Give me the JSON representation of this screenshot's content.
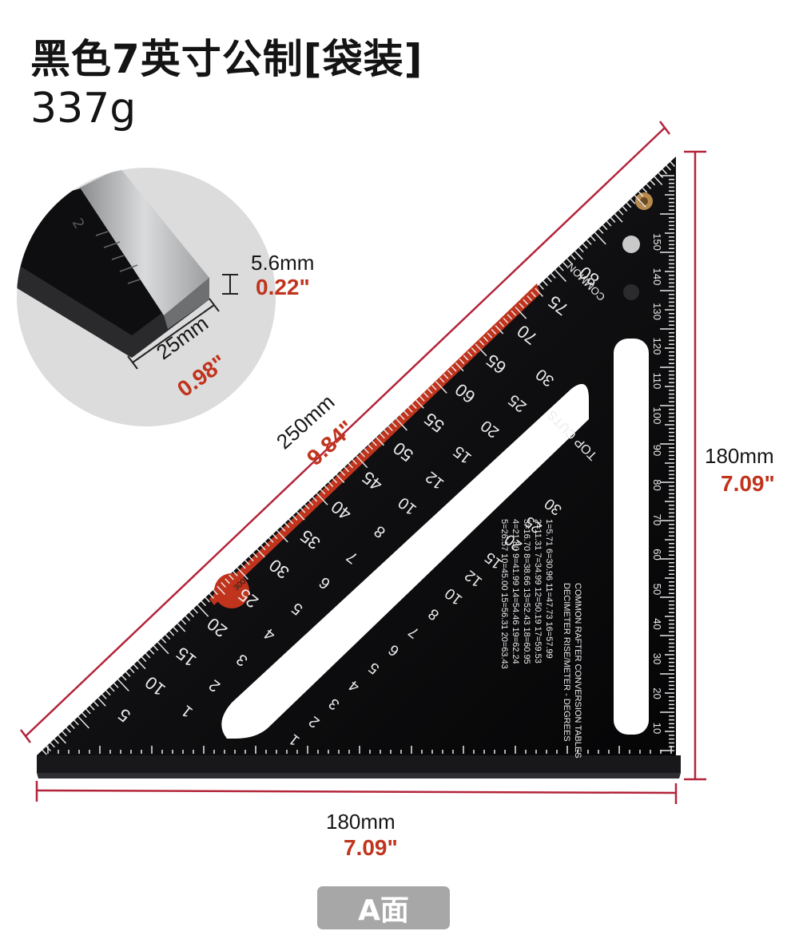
{
  "header": {
    "title": "黑色7英寸公制[袋装]",
    "weight": "337g"
  },
  "detail": {
    "thickness_mm": "5.6mm",
    "thickness_in": "0.22\"",
    "width_mm": "25mm",
    "width_in": "0.98\""
  },
  "dimensions": {
    "hypotenuse_mm": "250mm",
    "hypotenuse_in": "9.84\"",
    "right_mm": "180mm",
    "right_in": "7.09\"",
    "bottom_mm": "180mm",
    "bottom_in": "7.09\""
  },
  "scale": {
    "common": "COMMON",
    "top_cuts": "TOP CUTS",
    "table_title_1": "COMMON RAFTER CONVERSION TABLES",
    "table_title_2": "DECIMETER RISE/METER - DEGREES",
    "hyp_numbers": [
      "5",
      "10",
      "15",
      "20",
      "25",
      "30",
      "35",
      "40",
      "45",
      "50",
      "55",
      "60",
      "65",
      "70",
      "75",
      "80"
    ],
    "common_numbers": [
      "1",
      "2",
      "3",
      "4",
      "5",
      "6",
      "7",
      "8",
      "10",
      "12",
      "15",
      "20",
      "25",
      "30"
    ],
    "inner_numbers": [
      "1",
      "2",
      "3",
      "4",
      "5",
      "6",
      "7",
      "8",
      "10",
      "12",
      "15",
      "20",
      "25",
      "30"
    ],
    "side_numbers": [
      "10",
      "20",
      "30",
      "40",
      "50",
      "60",
      "70",
      "80",
      "90",
      "100",
      "110",
      "120",
      "130",
      "140",
      "150"
    ],
    "table_lines": [
      "1=5.71    6=30.96   11=47.73   16=57.99",
      "2=11.31   7=34.99   12=50.19   17=59.53",
      "3=16.70   8=38.66   13=52.43   18=60.95",
      "4=21.80   9=41.99   14=54.46   19=62.24",
      "5=26.57   10=45.00  15=56.31   20=63.43"
    ],
    "small_label": "300"
  },
  "badge": {
    "label": "A面"
  },
  "colors": {
    "accent": "#c0341d",
    "square": "#0b0b0d",
    "dim_line": "#b3243a",
    "badge": "#a7a7a7"
  }
}
